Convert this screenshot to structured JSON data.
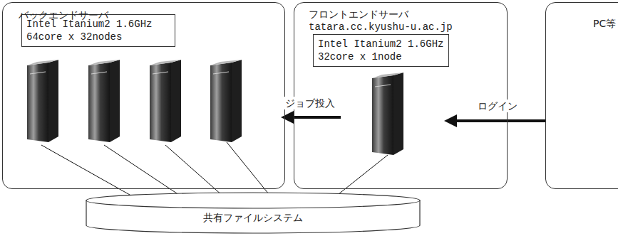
{
  "diagram": {
    "nodes": [
      {
        "text": [
          "バックエンドサーバ"
        ]
      },
      {
        "text": [
          "Intel Itanium2 1.6GHz 64core x 32nodes"
        ],
        "in": 0
      },
      {
        "text": [
          "フロントエンドサーバ",
          "tatara.cc.kyushu-u.ac.jp"
        ]
      },
      {
        "text": [
          "Intel Itanium2 1.6GHz 32core x 1node"
        ],
        "in": 2
      },
      {
        "text": [
          "PC等"
        ]
      },
      {
        "text": [
          "共有ファイルシステム"
        ]
      }
    ],
    "edges": [
      {
        "from": 4,
        "to": 2,
        "arrow": "to",
        "label": "ログイン"
      },
      {
        "from": 2,
        "to": 0,
        "arrow": "to",
        "label": "ジョブ投入"
      },
      {
        "from": 0,
        "to": 5,
        "arrow": "none"
      },
      {
        "from": 0,
        "to": 5,
        "arrow": "none"
      },
      {
        "from": 0,
        "to": 5,
        "arrow": "none"
      },
      {
        "from": 0,
        "to": 5,
        "arrow": "none"
      },
      {
        "from": 2,
        "to": 5,
        "arrow": "none"
      }
    ]
  }
}
